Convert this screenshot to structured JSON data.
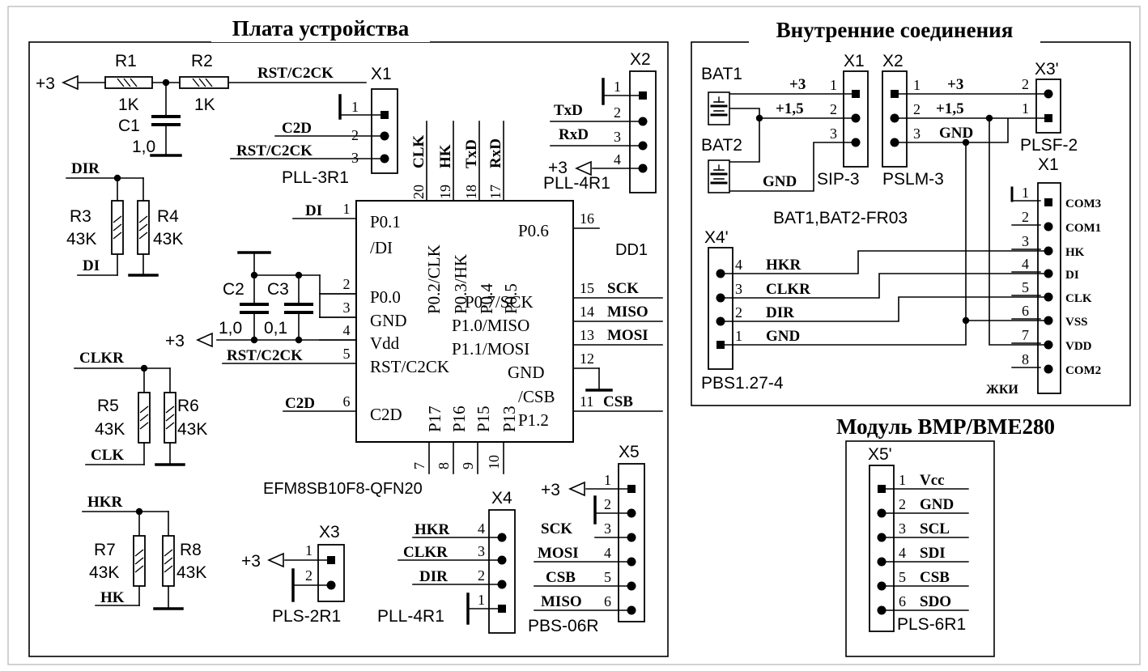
{
  "board": {
    "title": "Плата устройства",
    "mcu": {
      "name": "EFM8SB10F8-QFN20",
      "designator": "DD1",
      "left_pins": [
        {
          "num": "1",
          "net": "DI",
          "inner": "P0.1"
        },
        {
          "num": "2",
          "net": "",
          "inner": "P0.0"
        },
        {
          "num": "3",
          "net": "",
          "inner": "GND"
        },
        {
          "num": "4",
          "net": "",
          "inner": "Vdd"
        },
        {
          "num": "5",
          "net": "RST/C2CK",
          "inner": "RST/C2CK"
        },
        {
          "num": "6",
          "net": "C2D",
          "inner": "C2D"
        }
      ],
      "inner_di": "/DI",
      "right_pins": [
        {
          "num": "16",
          "net": "",
          "inner": "P0.6"
        },
        {
          "num": "15",
          "net": "SCK",
          "inner": "P0.7/SCK"
        },
        {
          "num": "14",
          "net": "MISO",
          "inner": "P1.0/MISO"
        },
        {
          "num": "13",
          "net": "MOSI",
          "inner": "P1.1/MOSI"
        },
        {
          "num": "12",
          "net": "",
          "inner": "GND"
        },
        {
          "num": "11",
          "net": "CSB",
          "inner": "P1.2"
        }
      ],
      "inner_csb": "/CSB",
      "top_pins": [
        {
          "num": "20",
          "net": "CLK",
          "inner": "P0.2/CLK"
        },
        {
          "num": "19",
          "net": "HK",
          "inner": "P0.3/HK"
        },
        {
          "num": "18",
          "net": "TxD",
          "inner": "P0.4"
        },
        {
          "num": "17",
          "net": "RxD",
          "inner": "P0.5"
        }
      ],
      "bottom_pins": [
        {
          "num": "7",
          "inner": "P17"
        },
        {
          "num": "8",
          "inner": "P16"
        },
        {
          "num": "9",
          "inner": "P15"
        },
        {
          "num": "10",
          "inner": "P13"
        }
      ]
    },
    "power_label": "+3",
    "r1": {
      "ref": "R1",
      "value": "1K"
    },
    "r2": {
      "ref": "R2",
      "value": "1K"
    },
    "c1": {
      "ref": "C1",
      "value": "1,0"
    },
    "rst_net": "RST/C2CK",
    "x1": {
      "ref": "X1",
      "type": "PLL-3R1",
      "pins": [
        {
          "num": "1",
          "net": ""
        },
        {
          "num": "2",
          "net": "C2D"
        },
        {
          "num": "3",
          "net": "RST/C2CK"
        }
      ]
    },
    "x2": {
      "ref": "X2",
      "type": "PLL-4R1",
      "pins": [
        {
          "num": "1",
          "net": ""
        },
        {
          "num": "2",
          "net": "TxD"
        },
        {
          "num": "3",
          "net": "RxD"
        },
        {
          "num": "4",
          "net": "+3"
        }
      ]
    },
    "r3": {
      "ref": "R3",
      "value": "43K"
    },
    "r4": {
      "ref": "R4",
      "value": "43K"
    },
    "dir_net": "DIR",
    "di_net": "DI",
    "c2": {
      "ref": "C2",
      "value": "1,0"
    },
    "c3": {
      "ref": "C3",
      "value": "0,1"
    },
    "r5": {
      "ref": "R5",
      "value": "43K"
    },
    "r6": {
      "ref": "R6",
      "value": "43K"
    },
    "clkr_net": "CLKR",
    "clk_net": "CLK",
    "r7": {
      "ref": "R7",
      "value": "43K"
    },
    "r8": {
      "ref": "R8",
      "value": "43K"
    },
    "hkr_net": "HKR",
    "hk_net": "HK",
    "x3": {
      "ref": "X3",
      "type": "PLS-2R1",
      "pins": [
        {
          "num": "1",
          "net": "+3"
        },
        {
          "num": "2",
          "net": ""
        }
      ]
    },
    "x4": {
      "ref": "X4",
      "type": "PLL-4R1",
      "pins": [
        {
          "num": "4",
          "net": "HKR"
        },
        {
          "num": "3",
          "net": "CLKR"
        },
        {
          "num": "2",
          "net": "DIR"
        },
        {
          "num": "1",
          "net": ""
        }
      ]
    },
    "x5": {
      "ref": "X5",
      "type": "PBS-06R",
      "pins": [
        {
          "num": "1",
          "net": "+3"
        },
        {
          "num": "2",
          "net": ""
        },
        {
          "num": "3",
          "net": "SCK"
        },
        {
          "num": "4",
          "net": "MOSI"
        },
        {
          "num": "5",
          "net": "CSB"
        },
        {
          "num": "6",
          "net": "MISO"
        }
      ]
    }
  },
  "internal": {
    "title": "Внутренние соединения",
    "bat1": "BAT1",
    "bat2": "BAT2",
    "bat_type": "BAT1,BAT2-FR03",
    "x1": {
      "ref": "X1",
      "type": "SIP-3",
      "pins": [
        {
          "num": "1",
          "net": "+3"
        },
        {
          "num": "2",
          "net": "+1,5"
        },
        {
          "num": "3",
          "net": "GND"
        }
      ]
    },
    "x2": {
      "ref": "X2",
      "type": "PSLM-3",
      "pins": [
        {
          "num": "1",
          "net": "+3"
        },
        {
          "num": "2",
          "net": "+1,5"
        },
        {
          "num": "3",
          "net": "GND"
        }
      ]
    },
    "x3p": {
      "ref": "X3'",
      "type": "PLSF-2",
      "pins": [
        {
          "num": "2"
        },
        {
          "num": "1"
        }
      ]
    },
    "x4p": {
      "ref": "X4'",
      "type": "PBS1.27-4",
      "pins": [
        {
          "num": "4",
          "net": "HKR"
        },
        {
          "num": "3",
          "net": "CLKR"
        },
        {
          "num": "2",
          "net": "DIR"
        },
        {
          "num": "1",
          "net": "GND"
        }
      ]
    },
    "lcd": {
      "ref": "X1",
      "type": "ЖКИ",
      "pins": [
        {
          "num": "1",
          "net": "COM3"
        },
        {
          "num": "2",
          "net": "COM1"
        },
        {
          "num": "3",
          "net": "HK"
        },
        {
          "num": "4",
          "net": "DI"
        },
        {
          "num": "5",
          "net": "CLK"
        },
        {
          "num": "6",
          "net": "VSS"
        },
        {
          "num": "7",
          "net": "VDD"
        },
        {
          "num": "8",
          "net": "COM2"
        }
      ]
    }
  },
  "module": {
    "title": "Модуль BMP/BME280",
    "x5p": {
      "ref": "X5'",
      "type": "PLS-6R1",
      "pins": [
        {
          "num": "1",
          "net": "Vcc"
        },
        {
          "num": "2",
          "net": "GND"
        },
        {
          "num": "3",
          "net": "SCL"
        },
        {
          "num": "4",
          "net": "SDI"
        },
        {
          "num": "5",
          "net": "CSB"
        },
        {
          "num": "6",
          "net": "SDO"
        }
      ]
    }
  }
}
